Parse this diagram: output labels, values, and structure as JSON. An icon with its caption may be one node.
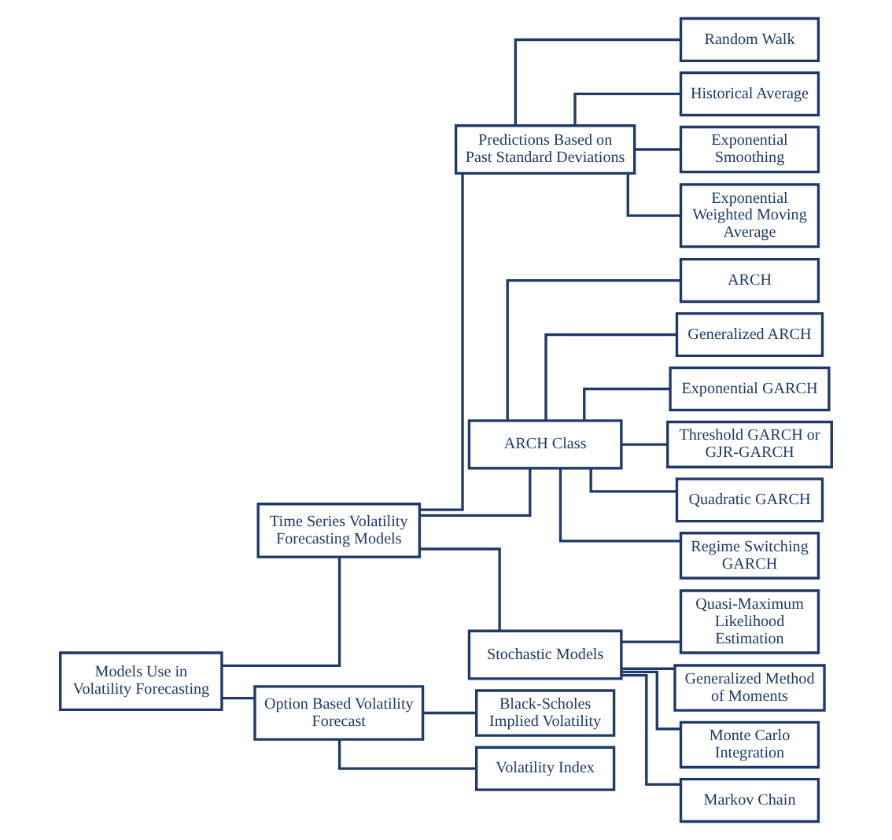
{
  "diagram": {
    "nodes": [
      {
        "text": [
          "Models Use in Volatility Forecasting"
        ]
      },
      {
        "text": [
          "Time Series Volatility Forecasting Models"
        ]
      },
      {
        "text": [
          "Option Based Volatility Forecast"
        ]
      },
      {
        "text": [
          "Predictions Based on Past Standard Deviations"
        ]
      },
      {
        "text": [
          "ARCH Class"
        ]
      },
      {
        "text": [
          "Stochastic Models"
        ]
      },
      {
        "text": [
          "Black-Scholes Implied Volatility"
        ]
      },
      {
        "text": [
          "Volatility Index"
        ]
      },
      {
        "text": [
          "Random Walk"
        ]
      },
      {
        "text": [
          "Historical Average"
        ]
      },
      {
        "text": [
          "Exponential Smoothing"
        ]
      },
      {
        "text": [
          "Exponential Weighted Moving Average"
        ]
      },
      {
        "text": [
          "ARCH"
        ]
      },
      {
        "text": [
          "Generalized ARCH"
        ]
      },
      {
        "text": [
          "Exponential GARCH"
        ]
      },
      {
        "text": [
          "Threshold GARCH or GJR-GARCH"
        ]
      },
      {
        "text": [
          "Quadratic GARCH"
        ]
      },
      {
        "text": [
          "Regime Switching GARCH"
        ]
      },
      {
        "text": [
          "Quasi-Maximum Likelihood Estimation"
        ]
      },
      {
        "text": [
          "Generalized Method of Moments"
        ]
      },
      {
        "text": [
          "Monte Carlo Integration"
        ]
      },
      {
        "text": [
          "Markov Chain"
        ]
      }
    ],
    "edges": [
      {
        "from": 0,
        "to": 1,
        "arrow": "none"
      },
      {
        "from": 0,
        "to": 2,
        "arrow": "none"
      },
      {
        "from": 1,
        "to": 3,
        "arrow": "none"
      },
      {
        "from": 1,
        "to": 4,
        "arrow": "none"
      },
      {
        "from": 1,
        "to": 5,
        "arrow": "none"
      },
      {
        "from": 2,
        "to": 6,
        "arrow": "none"
      },
      {
        "from": 2,
        "to": 7,
        "arrow": "none"
      },
      {
        "from": 3,
        "to": 8,
        "arrow": "none"
      },
      {
        "from": 3,
        "to": 9,
        "arrow": "none"
      },
      {
        "from": 3,
        "to": 10,
        "arrow": "none"
      },
      {
        "from": 3,
        "to": 11,
        "arrow": "none"
      },
      {
        "from": 4,
        "to": 12,
        "arrow": "none"
      },
      {
        "from": 4,
        "to": 13,
        "arrow": "none"
      },
      {
        "from": 4,
        "to": 14,
        "arrow": "none"
      },
      {
        "from": 4,
        "to": 15,
        "arrow": "none"
      },
      {
        "from": 4,
        "to": 16,
        "arrow": "none"
      },
      {
        "from": 4,
        "to": 17,
        "arrow": "none"
      },
      {
        "from": 5,
        "to": 18,
        "arrow": "none"
      },
      {
        "from": 5,
        "to": 19,
        "arrow": "none"
      },
      {
        "from": 5,
        "to": 20,
        "arrow": "none"
      },
      {
        "from": 5,
        "to": 21,
        "arrow": "none"
      }
    ]
  }
}
